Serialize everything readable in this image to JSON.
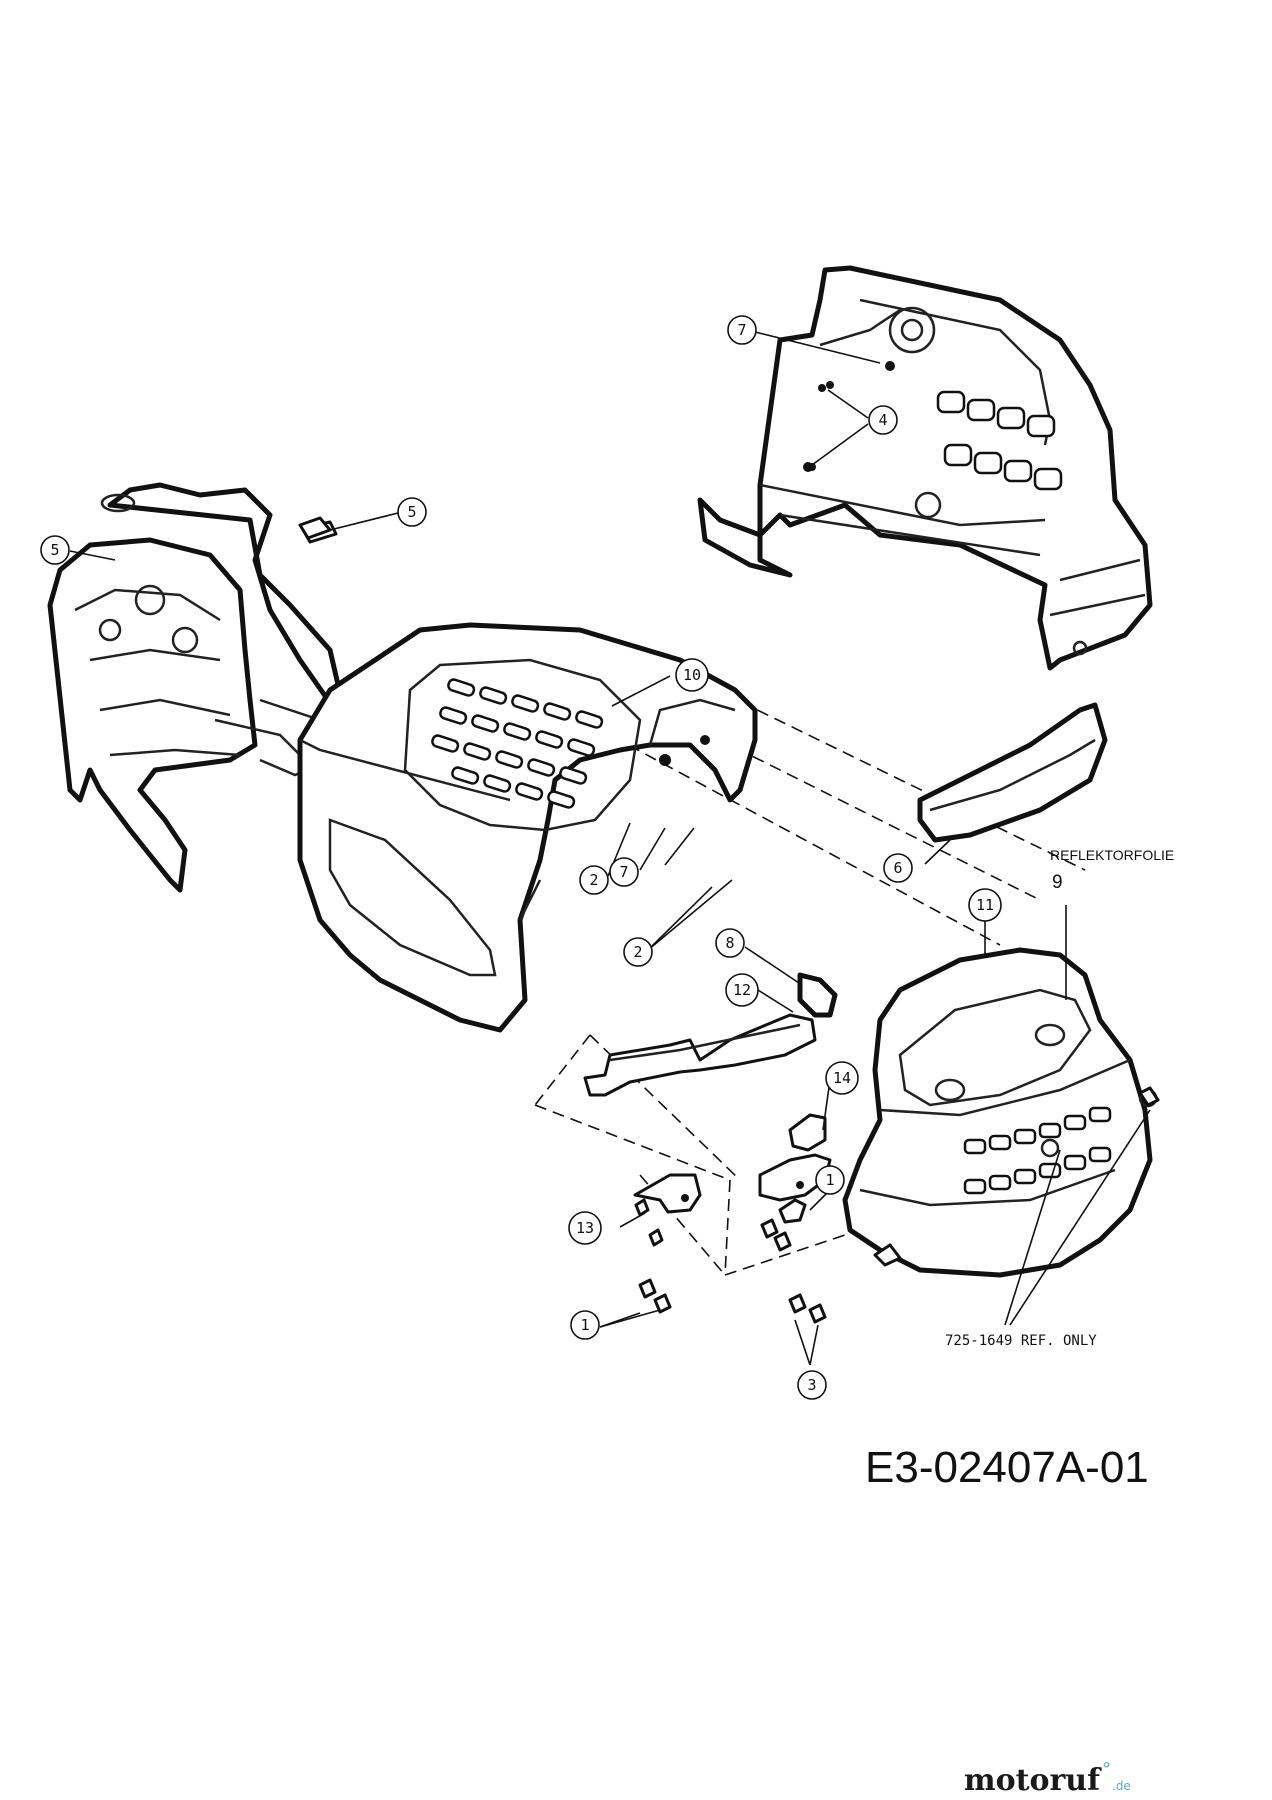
{
  "callouts": [
    {
      "id": "c7a",
      "label": "7"
    },
    {
      "id": "c4",
      "label": "4"
    },
    {
      "id": "c5a",
      "label": "5"
    },
    {
      "id": "c5b",
      "label": "5"
    },
    {
      "id": "c10",
      "label": "10"
    },
    {
      "id": "c2a",
      "label": "2"
    },
    {
      "id": "c7b",
      "label": "7"
    },
    {
      "id": "c2b",
      "label": "2"
    },
    {
      "id": "c6",
      "label": "6"
    },
    {
      "id": "c11",
      "label": "11"
    },
    {
      "id": "c8",
      "label": "8"
    },
    {
      "id": "c12",
      "label": "12"
    },
    {
      "id": "c14",
      "label": "14"
    },
    {
      "id": "c1a",
      "label": "1"
    },
    {
      "id": "c13",
      "label": "13"
    },
    {
      "id": "c1b",
      "label": "1"
    },
    {
      "id": "c3",
      "label": "3"
    }
  ],
  "reflector_label": "REFLEKTORFOLIE",
  "reflector_number": "9",
  "ref_note": "725-1649 REF. ONLY",
  "diagram_code": "E3-02407A-01",
  "watermark": {
    "brand_dark": "motoruf",
    "brand_accent": "°",
    "suffix": ".de",
    "dark_color": "#1a1a1a",
    "accent_color": "#5aa8d8",
    "green_color": "#6aa84f"
  }
}
